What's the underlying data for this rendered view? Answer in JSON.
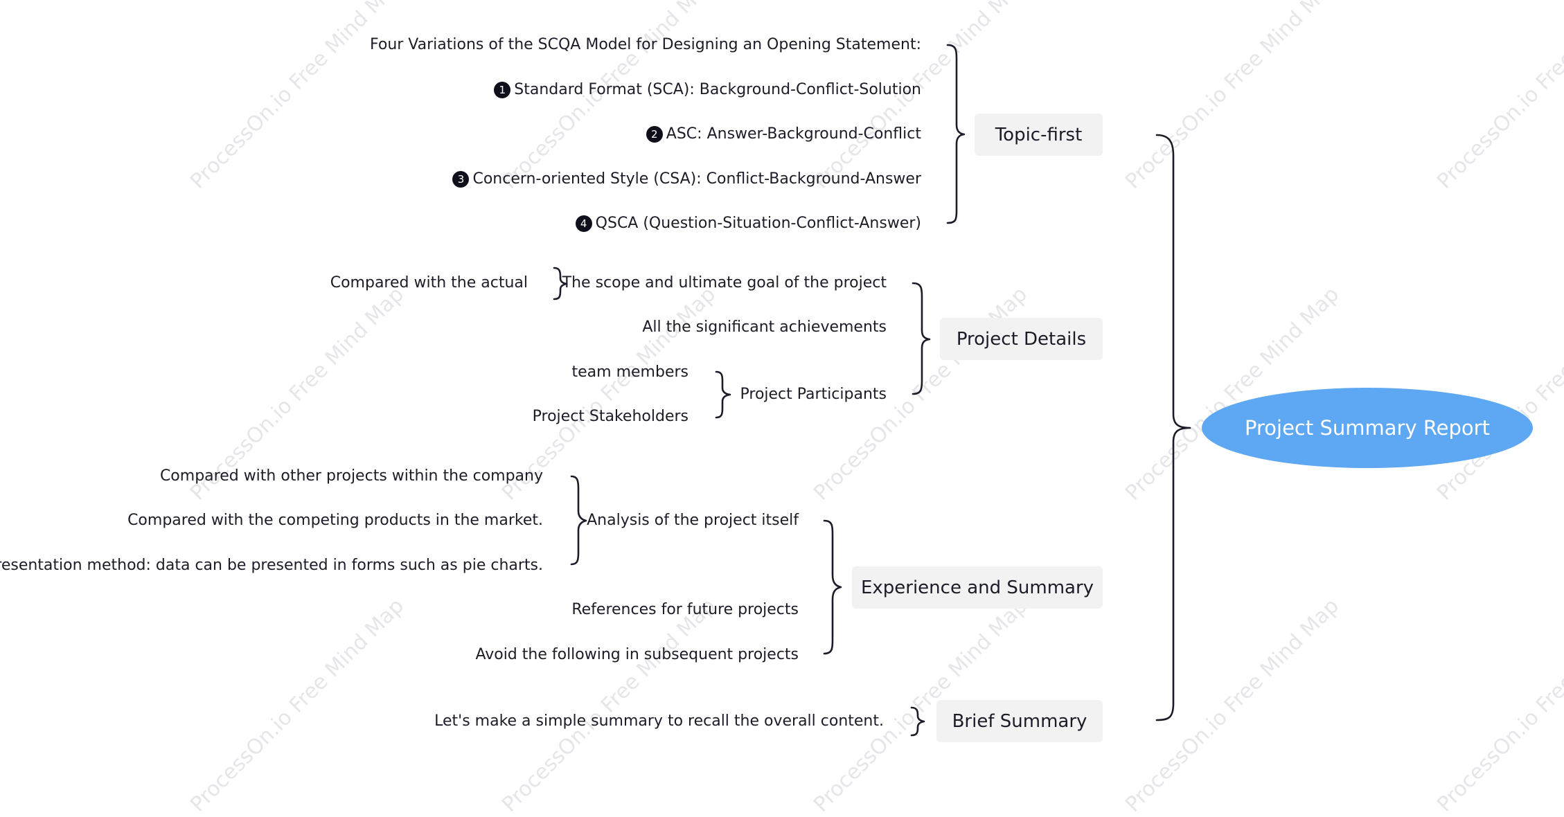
{
  "watermark": "ProcessOn.io Free Mind Map",
  "root": {
    "label": "Project Summary Report"
  },
  "topic_first": {
    "label": "Topic-first",
    "items": [
      {
        "text": "Four Variations of the SCQA Model for Designing an Opening Statement:"
      },
      {
        "num": "1",
        "text": "Standard Format (SCA): Background-Conflict-Solution"
      },
      {
        "num": "2",
        "text": "ASC: Answer-Background-Conflict"
      },
      {
        "num": "3",
        "text": "Concern-oriented Style (CSA): Conflict-Background-Answer"
      },
      {
        "num": "4",
        "text": "QSCA (Question-Situation-Conflict-Answer)"
      }
    ]
  },
  "project_details": {
    "label": "Project Details",
    "scope": {
      "text": "The scope and ultimate goal of the project",
      "child": "Compared with the actual"
    },
    "achievements": {
      "text": "All the significant achievements"
    },
    "participants": {
      "text": "Project Participants",
      "children": [
        "team members",
        "Project Stakeholders"
      ]
    }
  },
  "experience": {
    "label": "Experience and Summary",
    "analysis": {
      "text": "Analysis of the project itself",
      "children": [
        "Compared with other projects within the company",
        "Compared with the competing products in the market.",
        "Presentation method: data can be presented in forms such as pie charts."
      ]
    },
    "references": {
      "text": "References for future projects"
    },
    "avoid": {
      "text": "Avoid the following in subsequent projects"
    }
  },
  "brief": {
    "label": "Brief Summary",
    "child": "Let's make a simple summary to recall the overall content."
  },
  "colors": {
    "root": "#5ea7f3",
    "box": "#f2f2f2",
    "line": "#1c1c28",
    "watermark": "#e6e6ea"
  }
}
